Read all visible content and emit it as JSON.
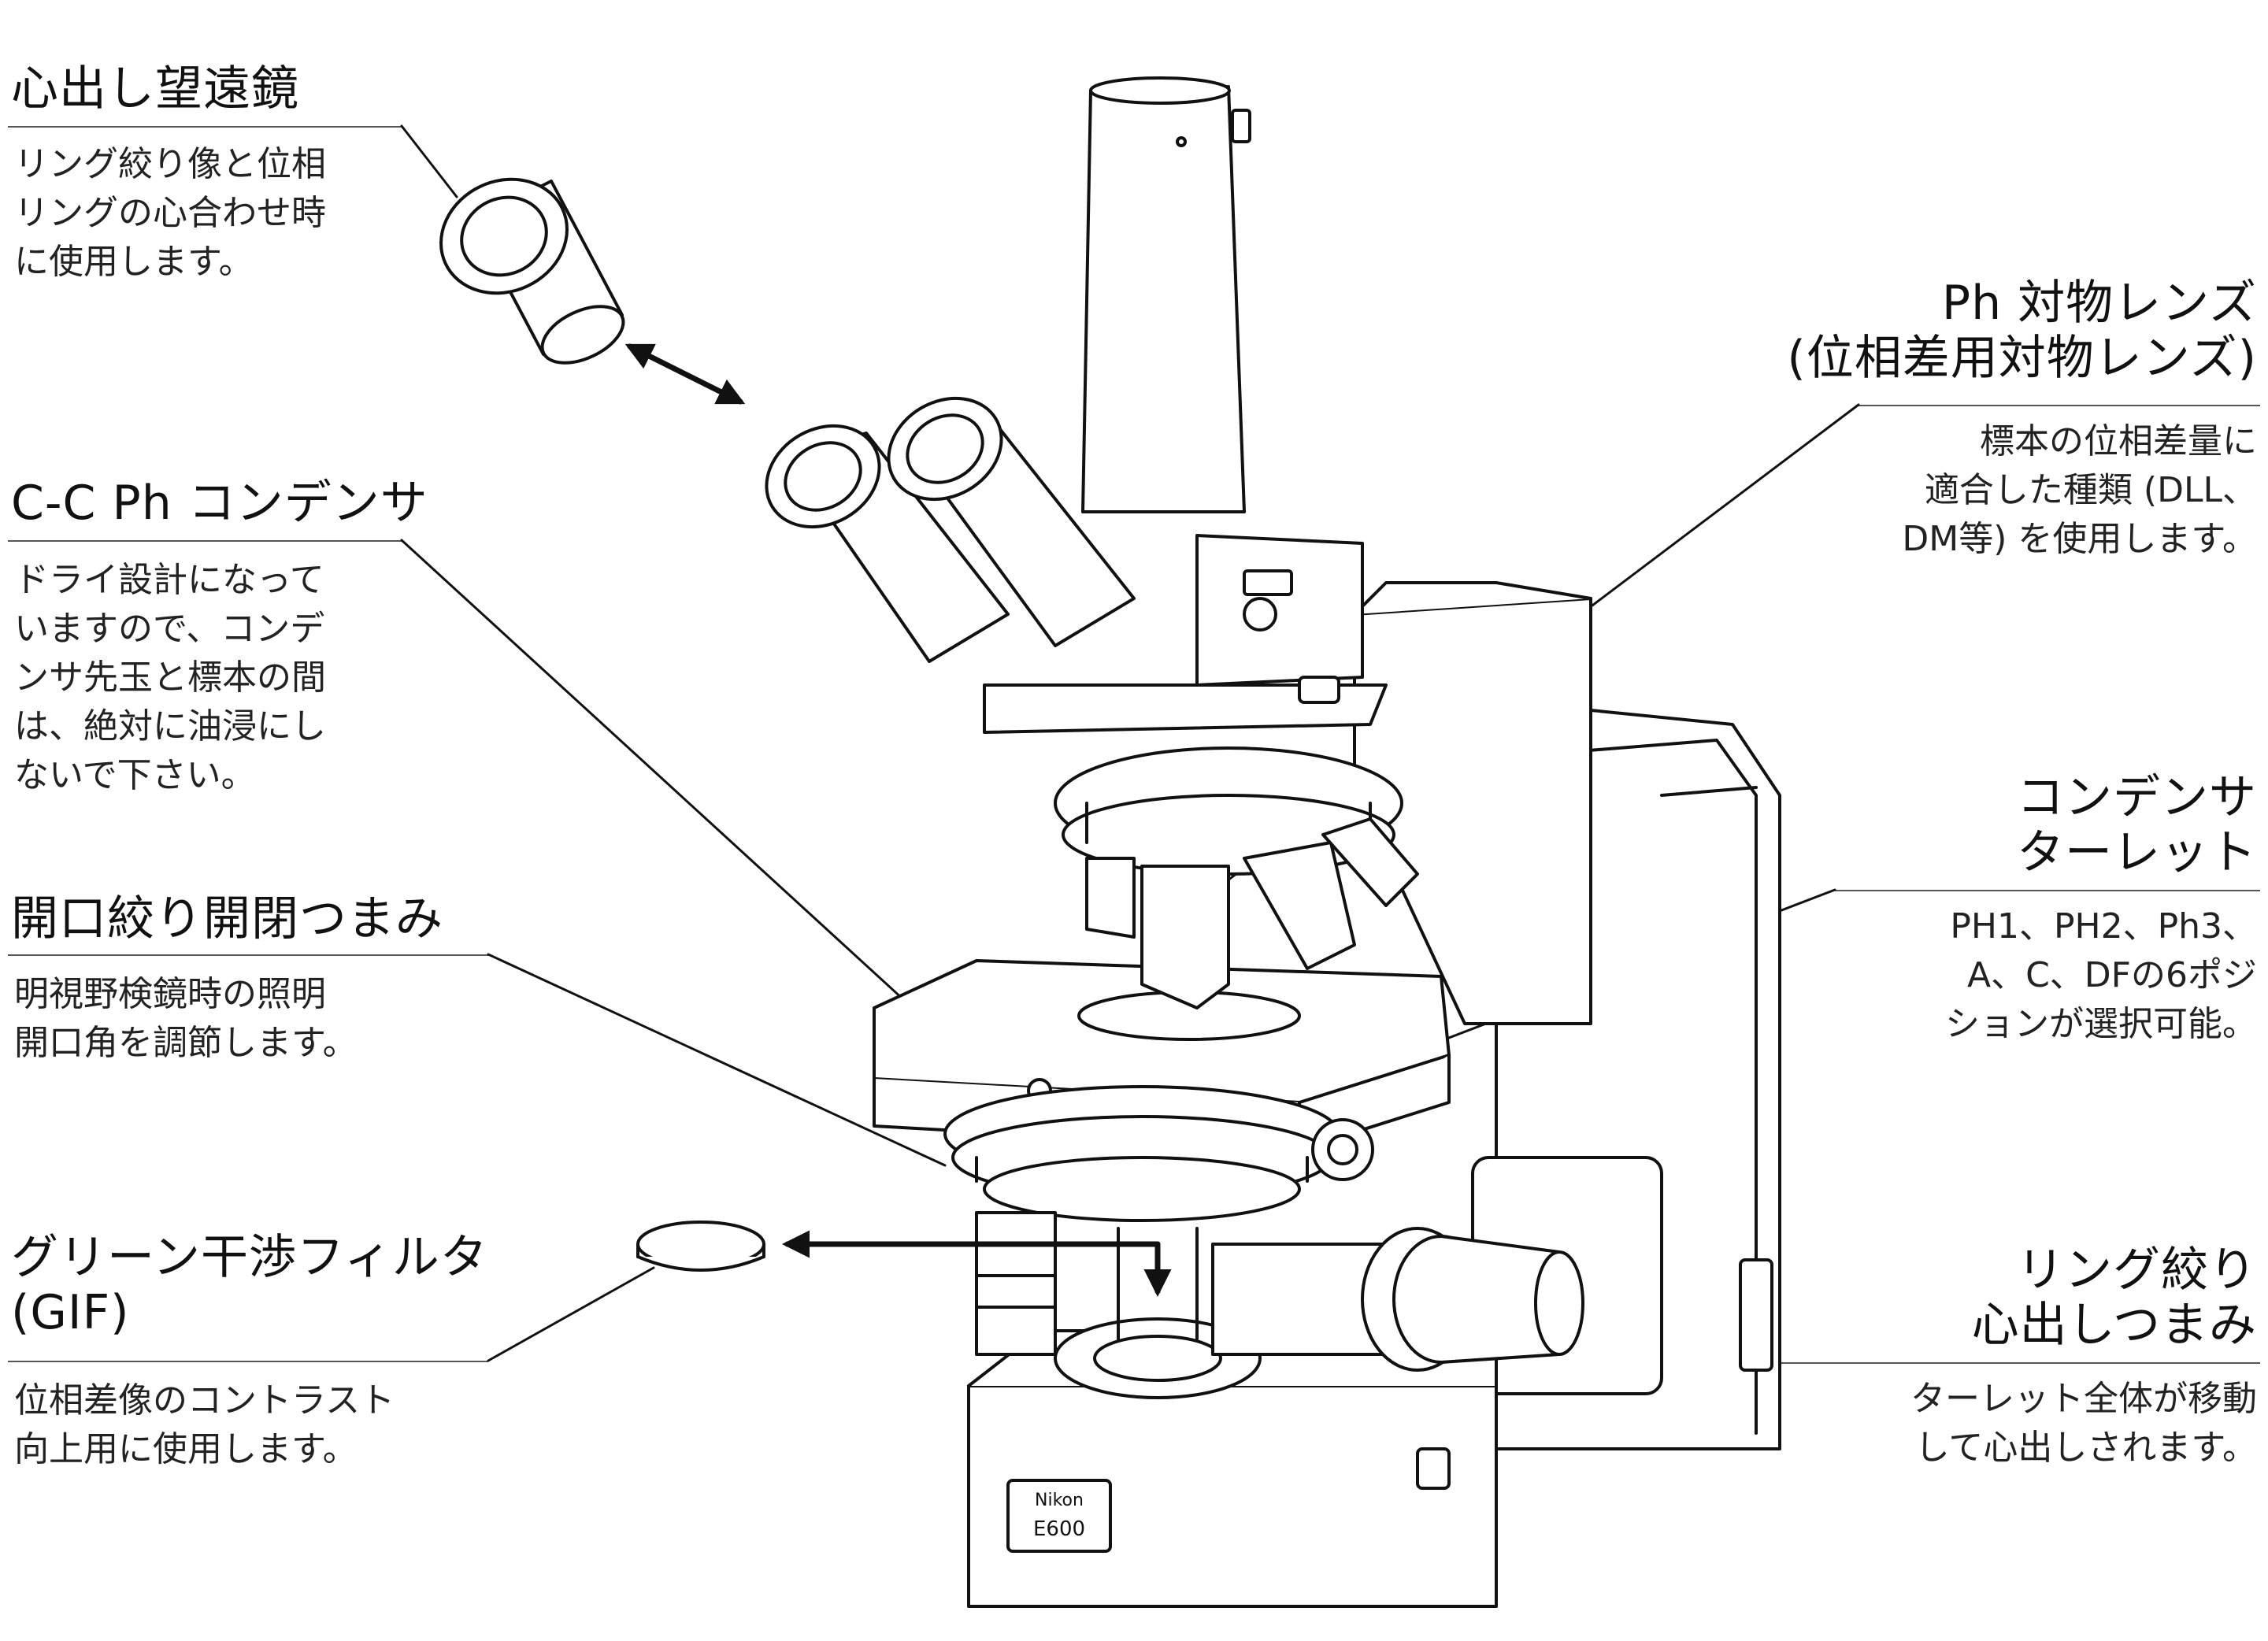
{
  "figure": {
    "stand_badge": "E600",
    "brand_mark": "Nikon"
  },
  "callouts": {
    "centering_telescope": {
      "title": "心出し望遠鏡",
      "description": "リング絞り像と位相\nリングの心合わせ時\nに使用します。"
    },
    "condenser": {
      "title": "C-C Ph コンデンサ",
      "description": "ドライ設計になって\nいますので、コンデ\nンサ先玉と標本の間\nは、絶対に油浸にし\nないで下さい。"
    },
    "aperture_knob": {
      "title": "開口絞り開閉つまみ",
      "description": "明視野検鏡時の照明\n開口角を調節します。"
    },
    "green_filter": {
      "title": "グリーン干渉フィルタ\n(GIF)",
      "description": "位相差像のコントラスト\n向上用に使用します。"
    },
    "ph_objective": {
      "title": "Ph 対物レンズ\n(位相差用対物レンズ)",
      "description": "標本の位相差量に\n適合した種類 (DLL、\nDM等) を使用します。"
    },
    "condenser_turret": {
      "title": "コンデンサ\nターレット",
      "description": "PH1、PH2、Ph3、\nA、C、DFの6ポジ\nションが選択可能。"
    },
    "ring_centering": {
      "title": "リング絞り\n心出しつまみ",
      "description": "ターレット全体が移動\nして心出しされます。"
    }
  },
  "colors": {
    "ink": "#111111",
    "paper": "#ffffff"
  }
}
